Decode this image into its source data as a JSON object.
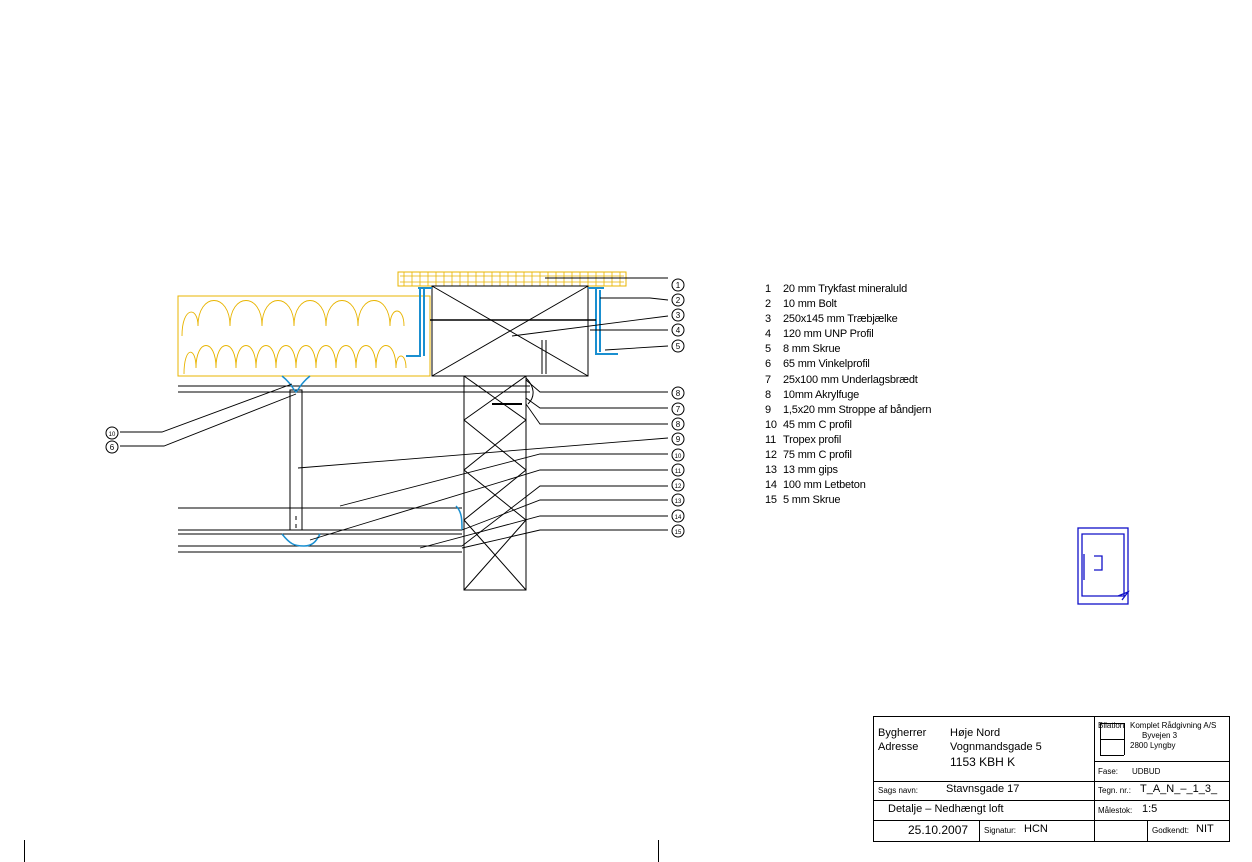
{
  "legend": [
    {
      "num": "1",
      "text": "20  mm Trykfast mineraluld"
    },
    {
      "num": "2",
      "text": "10  mm Bolt"
    },
    {
      "num": "3",
      "text": "250x145 mm Træbjælke"
    },
    {
      "num": "4",
      "text": "120 mm UNP Profil"
    },
    {
      "num": "5",
      "text": "8   mm Skrue"
    },
    {
      "num": "6",
      "text": "65  mm Vinkelprofil"
    },
    {
      "num": "7",
      "text": "25x100 mm Underlagsbrædt"
    },
    {
      "num": "8",
      "text": "10mm Akrylfuge"
    },
    {
      "num": "9",
      "text": "1,5x20 mm Stroppe af båndjern"
    },
    {
      "num": "10",
      "text": "45  mm C profil"
    },
    {
      "num": "11",
      "text": "Tropex profil"
    },
    {
      "num": "12",
      "text": "75  mm C profil"
    },
    {
      "num": "13",
      "text": "13  mm gips"
    },
    {
      "num": "14",
      "text": "100 mm Letbeton"
    },
    {
      "num": "15",
      "text": "5 mm Skrue"
    }
  ],
  "callouts_right": [
    "1",
    "2",
    "3",
    "4",
    "5",
    "8",
    "7",
    "8",
    "9",
    "10",
    "11",
    "12",
    "13",
    "14",
    "15"
  ],
  "callouts_left": [
    "10",
    "6"
  ],
  "title_block": {
    "bygherre_label": "Bygherrer",
    "bygherre_value": "Høje Nord",
    "adresse_label": "Adresse",
    "adresse_line1": "Vognmandsgade 5",
    "adresse_line2": "1153 KBH K",
    "firm_label": "Bilation",
    "firm_name": "Komplet Rådgivning A/S",
    "firm_addr1": "Byvejen 3",
    "firm_addr2": "2800 Lyngby",
    "fase_label": "Fase:",
    "fase_value": "UDBUD",
    "sags_label": "Sags navn:",
    "sags_value": "Stavnsgade 17",
    "tegn_label": "Tegn. nr.:",
    "tegn_value": "T_A_N_–_1_3_",
    "title": "Detalje – Nedhængt loft",
    "maal_label": "Målestok:",
    "maal_value": "1:5",
    "date": "25.10.2007",
    "signatur_label": "Signatur:",
    "signatur_value": "HCN",
    "kontrol_label": "Godkendt:",
    "kontrol_value": "NIT"
  },
  "colors": {
    "insulation": "#e8b400",
    "sealant": "#1a8fd0",
    "keyplan": "#1010c8",
    "line": "#000000"
  }
}
